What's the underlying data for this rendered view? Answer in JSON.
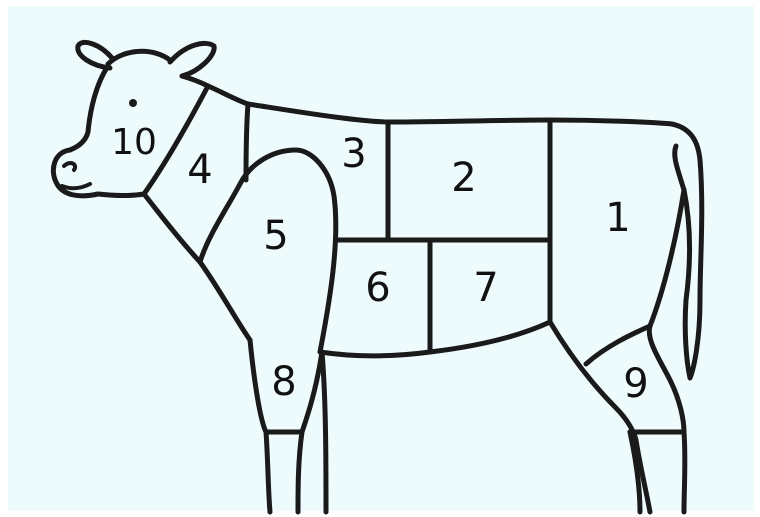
{
  "colors": {
    "background": "#eefbfc",
    "line": "#1a1a1a"
  },
  "cuts": [
    {
      "id": "10",
      "label": "10"
    },
    {
      "id": "4",
      "label": "4"
    },
    {
      "id": "3",
      "label": "3"
    },
    {
      "id": "2",
      "label": "2"
    },
    {
      "id": "1",
      "label": "1"
    },
    {
      "id": "5",
      "label": "5"
    },
    {
      "id": "6",
      "label": "6"
    },
    {
      "id": "7",
      "label": "7"
    },
    {
      "id": "8",
      "label": "8"
    },
    {
      "id": "9",
      "label": "9"
    }
  ]
}
